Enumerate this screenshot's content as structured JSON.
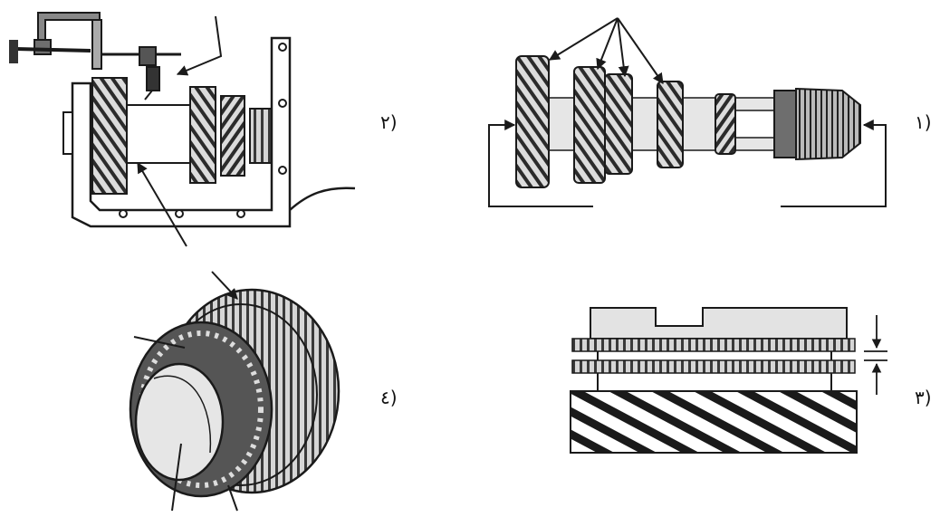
{
  "figure": {
    "panels": [
      {
        "id": "panel-1",
        "label": "١)"
      },
      {
        "id": "panel-2",
        "label": "٢)"
      },
      {
        "id": "panel-3",
        "label": "٣)"
      },
      {
        "id": "panel-4",
        "label": "٤)"
      }
    ]
  },
  "colors": {
    "ink": "#1a1a1a",
    "fill_light": "#e3e3e3",
    "fill_mid": "#a9a9a9",
    "fill_dark": "#6e6e6e",
    "paper": "#ffffff"
  },
  "icons": [
    "clamp-icon",
    "gear-icon",
    "dial-indicator-icon",
    "bearing-icon"
  ]
}
